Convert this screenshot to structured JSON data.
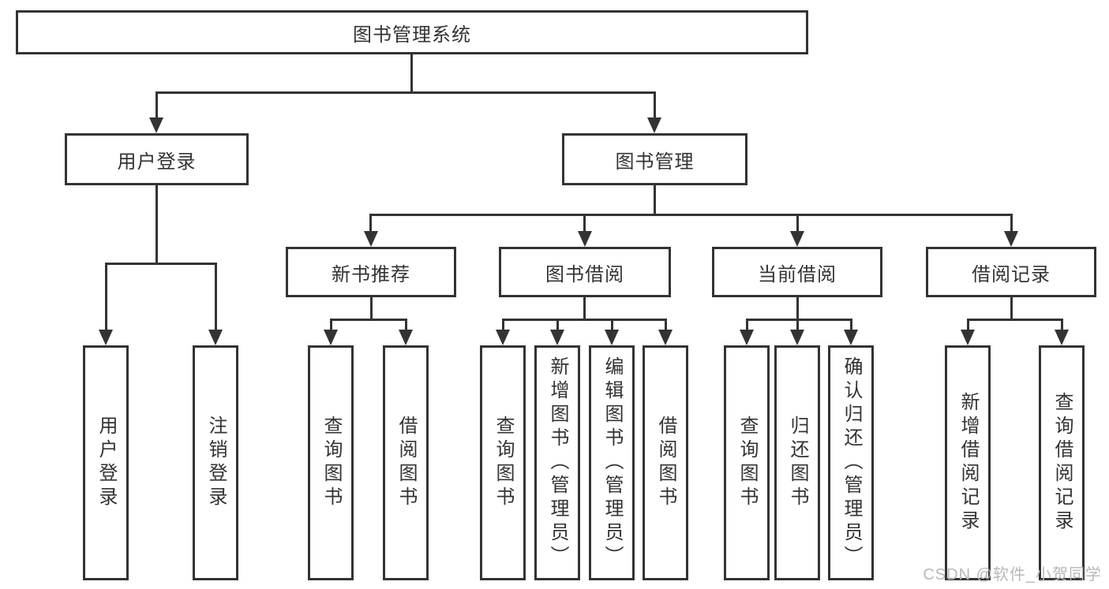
{
  "tree": {
    "label": "图书管理系统",
    "children": [
      {
        "label": "用户登录",
        "children": [
          {
            "label": "用户登录"
          },
          {
            "label": "注销登录"
          }
        ]
      },
      {
        "label": "图书管理",
        "children": [
          {
            "label": "新书推荐",
            "children": [
              {
                "label": "查询图书"
              },
              {
                "label": "借阅图书"
              }
            ]
          },
          {
            "label": "图书借阅",
            "children": [
              {
                "label": "查询图书"
              },
              {
                "label": "新增图书（管理员）"
              },
              {
                "label": "编辑图书（管理员）"
              },
              {
                "label": "借阅图书"
              }
            ]
          },
          {
            "label": "当前借阅",
            "children": [
              {
                "label": "查询图书"
              },
              {
                "label": "归还图书"
              },
              {
                "label": "确认归还（管理员）"
              }
            ]
          },
          {
            "label": "借阅记录",
            "children": [
              {
                "label": "新增借阅记录"
              },
              {
                "label": "查询借阅记录"
              }
            ]
          }
        ]
      }
    ]
  },
  "watermark": {
    "text": "CSDN @软件_小贺同学",
    "color": "#b8b8b8"
  },
  "colors": {
    "line": "#333333",
    "text": "#333333",
    "background": "#ffffff"
  }
}
